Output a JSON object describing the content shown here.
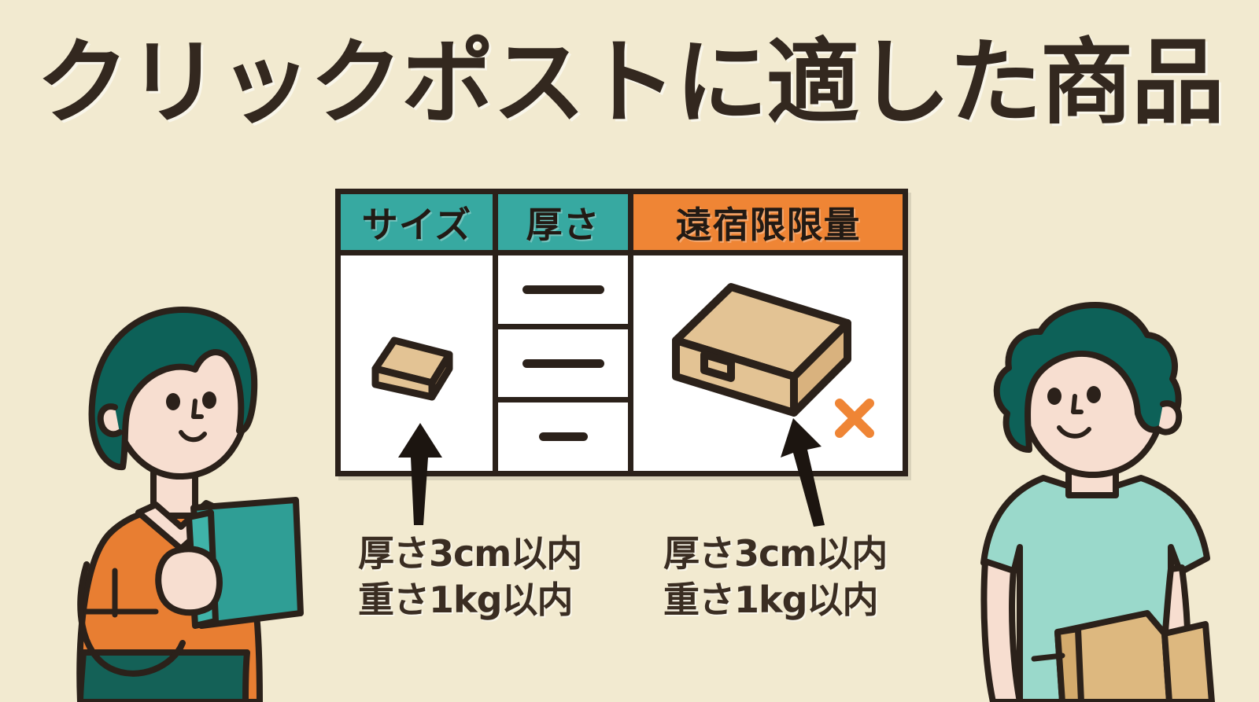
{
  "page": {
    "title": "クリックポストに適した商品",
    "background_color": "#f2ead0",
    "ink_color": "#2b211a"
  },
  "table": {
    "headers": [
      {
        "label": "サイズ",
        "color": "#37a9a1",
        "name": "size"
      },
      {
        "label": "厚さ",
        "color": "#37a9a1",
        "name": "thickness"
      },
      {
        "label": "遠宿限限量",
        "color": "#ef8535",
        "name": "limit"
      }
    ],
    "thickness_marks": [
      "—",
      "—",
      "—"
    ],
    "size_cell": {
      "illustration": "small-flat-cardboard-box",
      "box_color": "#e3c394"
    },
    "limit_cell": {
      "illustration": "large-cardboard-box",
      "box_color": "#e3c394",
      "status": "x-mark",
      "status_color": "#ef8535"
    }
  },
  "callouts": [
    {
      "name": "left",
      "lines": [
        "厚さ3cm以内",
        "重さ1kg以内"
      ],
      "arrow": "arrow-up"
    },
    {
      "name": "right",
      "lines": [
        "厚さ3cm以内",
        "重さ1kg以内"
      ],
      "arrow": "arrow-up"
    }
  ],
  "characters": {
    "woman": {
      "name": "woman-holding-book",
      "hair_color": "#0d6158",
      "skin_color": "#f7ded0",
      "top_color": "#e87e32",
      "collar_color": "#f7ded0",
      "skirt_color": "#146157",
      "item": "teal-book",
      "item_color": "#2f9e95"
    },
    "boy": {
      "name": "boy-holding-package",
      "hair_color": "#0d6158",
      "skin_color": "#f7ded0",
      "top_color": "#9ad9cb",
      "item": "cardboard-package",
      "item_color": "#ddb87f"
    }
  }
}
